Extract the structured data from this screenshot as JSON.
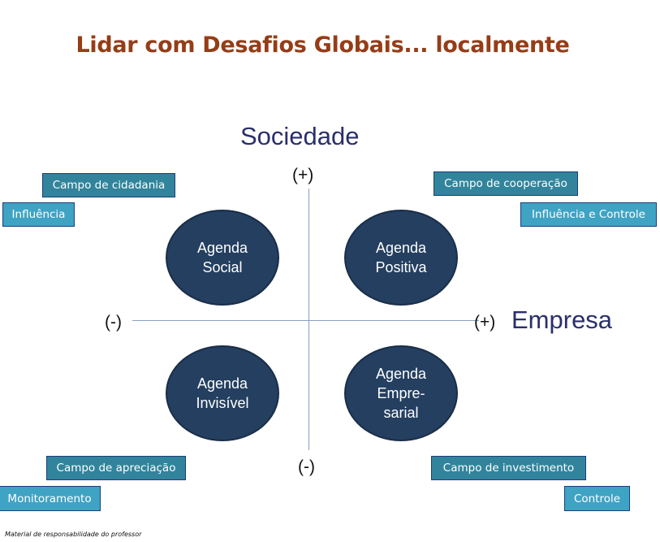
{
  "title": "Lidar com Desafios Globais... localmente",
  "axes": {
    "vertical_label": "Sociedade",
    "horizontal_label": "Empresa",
    "top_sign": "(+)",
    "bottom_sign": "(-)",
    "left_sign": "(-)",
    "right_sign": "(+)"
  },
  "quadrants": {
    "top_left": {
      "agenda": "Agenda\nSocial",
      "field": "Campo de cidadania",
      "mode": "Influência"
    },
    "top_right": {
      "agenda": "Agenda\nPositiva",
      "field": "Campo de cooperação",
      "mode": "Influência e Controle"
    },
    "bottom_left": {
      "agenda": "Agenda\nInvisível",
      "field": "Campo de apreciação",
      "mode": "Monitoramento"
    },
    "bottom_right": {
      "agenda": "Agenda\nEmpre-\nsarial",
      "field": "Campo de investimento",
      "mode": "Controle"
    }
  },
  "footer": "Material de responsabilidade do professor",
  "colors": {
    "title": "#953d17",
    "ellipse": "#243f60",
    "box_dark": "#31849b",
    "box_light": "#3fa3c4",
    "axis_label": "#2a2f6b"
  }
}
